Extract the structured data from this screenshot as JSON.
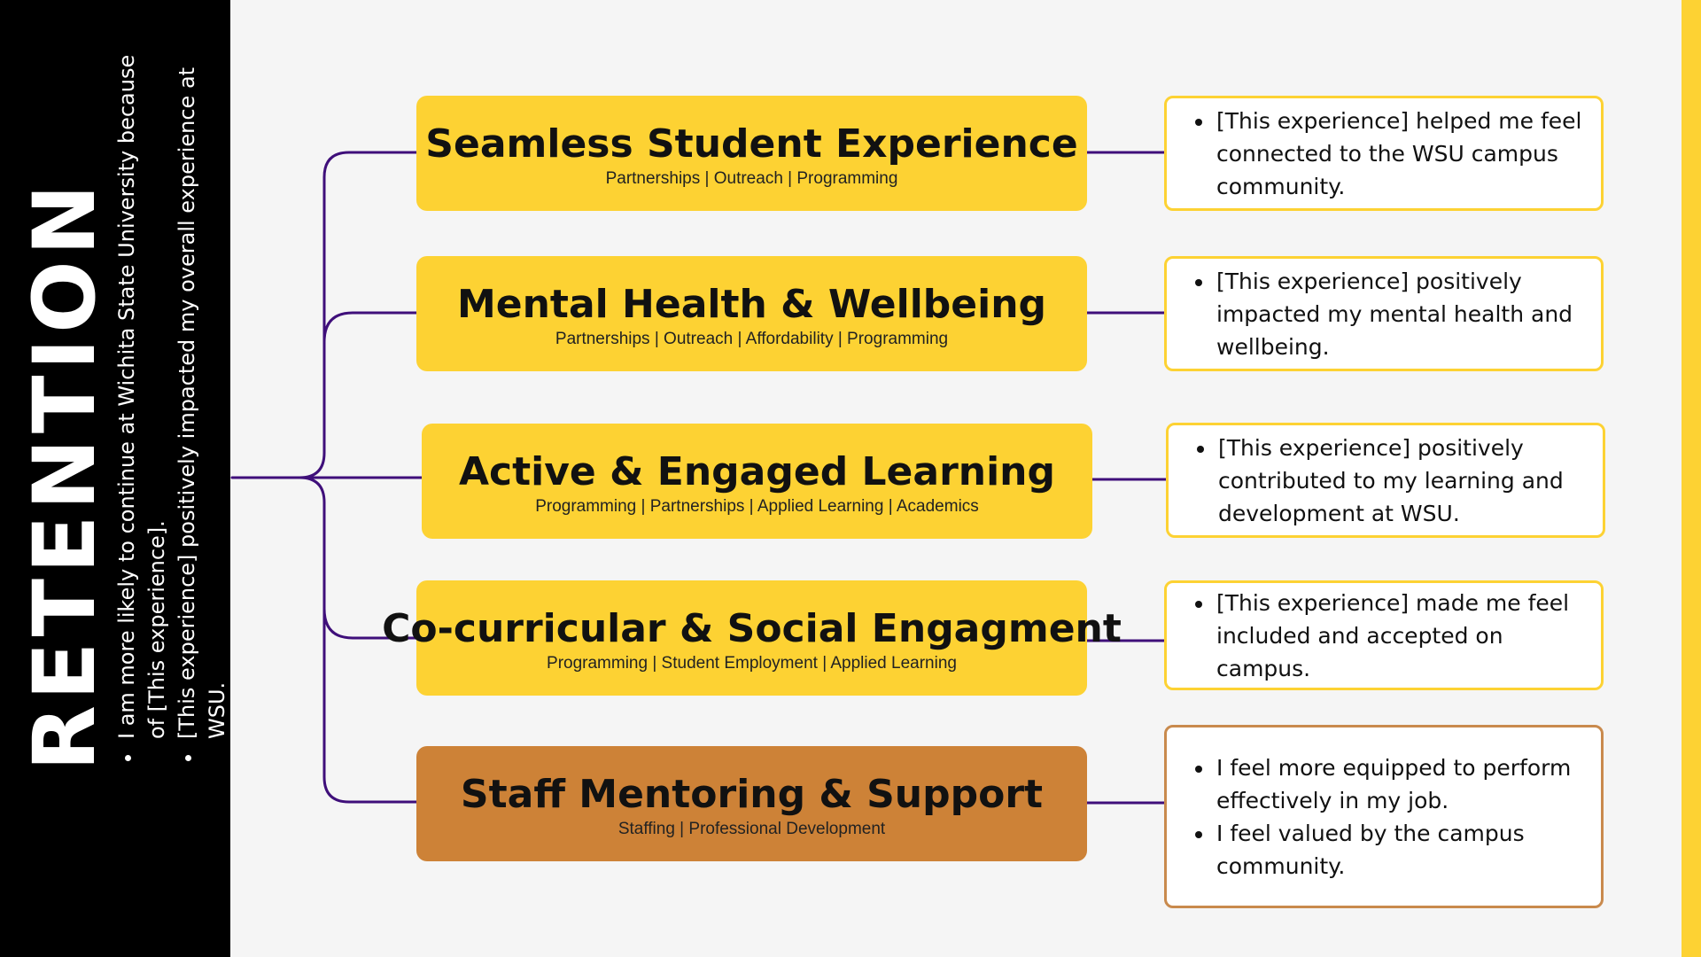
{
  "sidebar": {
    "title": "RETENTION",
    "bullets": [
      "I am more likely to continue at Wichita State University because of [This experience].",
      "[This experience] positively impacted my overall experience at WSU."
    ]
  },
  "colors": {
    "sidebar_bg": "#000000",
    "pill_yellow": "#fdd233",
    "pill_orange": "#cd8237",
    "connector": "#3f0f7a",
    "box_border_yellow": "#fdd233",
    "box_border_orange": "#c98a4d",
    "right_strip": "#fdd233"
  },
  "branches": [
    {
      "title": "Seamless Student Experience",
      "subtitle": "Partnerships | Outreach | Programming",
      "outcomes": [
        "[This experience] helped me feel connected to the WSU campus community."
      ]
    },
    {
      "title": "Mental Health & Wellbeing",
      "subtitle": "Partnerships | Outreach | Affordability | Programming",
      "outcomes": [
        "[This experience] positively impacted my mental health and wellbeing."
      ]
    },
    {
      "title": "Active & Engaged Learning",
      "subtitle": "Programming | Partnerships | Applied Learning | Academics",
      "outcomes": [
        "[This experience] positively contributed to my learning and development at WSU."
      ]
    },
    {
      "title": "Co-curricular & Social Engagment",
      "subtitle": "Programming | Student Employment | Applied Learning",
      "outcomes": [
        "[This experience] made me feel included and accepted on campus."
      ]
    },
    {
      "title": "Staff Mentoring & Support",
      "subtitle": "Staffing | Professional Development",
      "outcomes": [
        "I feel more equipped to perform effectively in my job.",
        "I feel valued by the campus community."
      ]
    }
  ]
}
